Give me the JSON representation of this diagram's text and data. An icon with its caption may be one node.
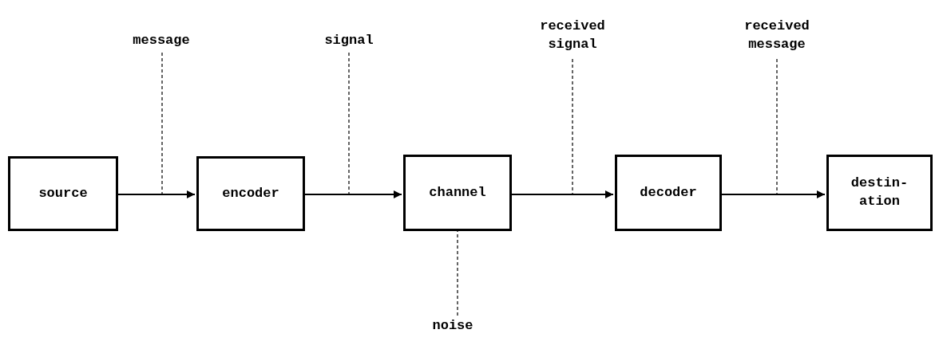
{
  "diagram": {
    "nodes": [
      {
        "text": [
          "source"
        ]
      },
      {
        "text": [
          "encoder"
        ]
      },
      {
        "text": [
          "channel"
        ]
      },
      {
        "text": [
          "decoder"
        ]
      },
      {
        "text": [
          "destin- ation"
        ]
      },
      {
        "text": [
          "message"
        ]
      },
      {
        "text": [
          "signal"
        ]
      },
      {
        "text": [
          "received signal"
        ]
      },
      {
        "text": [
          "received message"
        ]
      },
      {
        "text": [
          "noise"
        ]
      }
    ],
    "edges": [
      {
        "from": 0,
        "to": 1,
        "arrow": "to"
      },
      {
        "from": 1,
        "to": 2,
        "arrow": "to"
      },
      {
        "from": 2,
        "to": 3,
        "arrow": "to"
      },
      {
        "from": 3,
        "to": 4,
        "arrow": "to"
      },
      {
        "from": 5,
        "to": null,
        "arrow": "none",
        "style": "dashed"
      },
      {
        "from": 6,
        "to": null,
        "arrow": "none",
        "style": "dashed"
      },
      {
        "from": 7,
        "to": null,
        "arrow": "none",
        "style": "dashed"
      },
      {
        "from": 8,
        "to": null,
        "arrow": "none",
        "style": "dashed"
      },
      {
        "from": 9,
        "to": 2,
        "arrow": "none",
        "style": "dashed"
      }
    ]
  }
}
